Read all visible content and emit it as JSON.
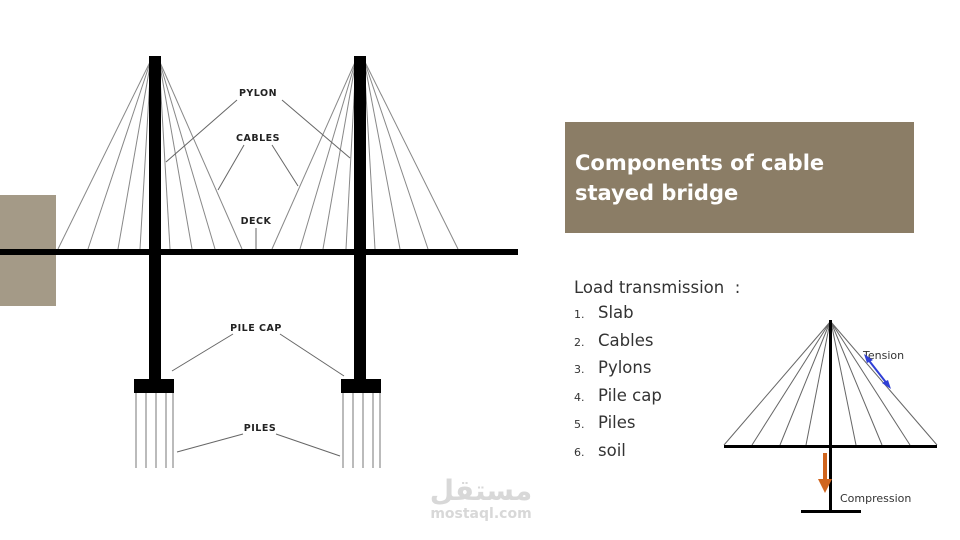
{
  "diagram": {
    "labels": {
      "pylon": "PYLON",
      "cables": "CABLES",
      "deck": "DECK",
      "pile_cap": "PILE CAP",
      "piles": "PILES"
    }
  },
  "title": "Components of cable stayed bridge",
  "load_transmission": {
    "heading": "Load transmission  :",
    "items": [
      {
        "num": "1.",
        "label": "Slab"
      },
      {
        "num": "2.",
        "label": "Cables"
      },
      {
        "num": "3.",
        "label": "Pylons"
      },
      {
        "num": "4.",
        "label": "Pile cap"
      },
      {
        "num": "5.",
        "label": "Piles"
      },
      {
        "num": "6.",
        "label": "soil"
      }
    ]
  },
  "force_diagram": {
    "tension_label": "Tension",
    "compression_label": "Compression",
    "tension_color": "#2f3fd6",
    "compression_color": "#d0651e"
  },
  "watermark": {
    "arabic": "مستقل",
    "latin": "mostaql.com"
  }
}
